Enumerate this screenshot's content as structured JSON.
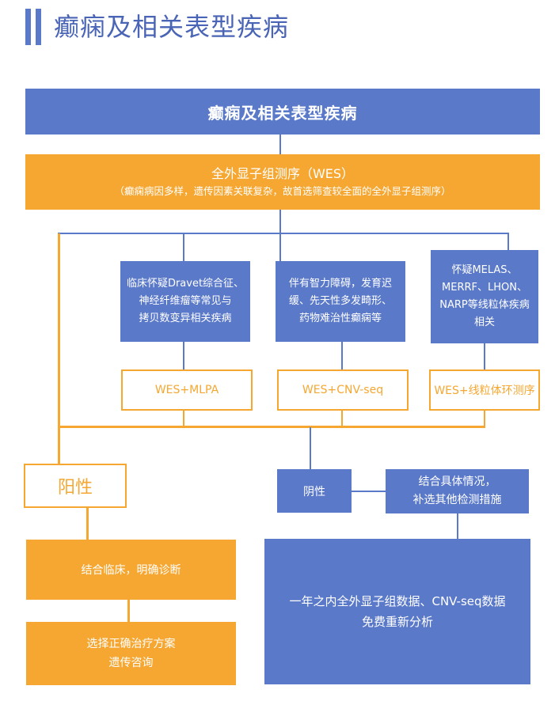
{
  "page": {
    "title": "癫痫及相关表型疾病"
  },
  "diagram": {
    "header": "癫痫及相关表型疾病",
    "wes": {
      "title": "全外显子组测序（WES）",
      "subtitle": "（癫痫病因多样，遗传因素关联复杂，故首选筛查较全面的全外显子组测序）"
    },
    "conditions": [
      {
        "lines": [
          "临床怀疑Dravet综合征、",
          "神经纤维瘤等常见与",
          "拷贝数变异相关疾病"
        ]
      },
      {
        "lines": [
          "伴有智力障碍，发育迟",
          "缓、先天性多发畸形、",
          "药物难治性癫痫等"
        ]
      },
      {
        "lines": [
          "怀疑MELAS、",
          "MERRF、LHON、",
          "NARP等线粒体疾病",
          "相关"
        ]
      }
    ],
    "tests": [
      "WES+MLPA",
      "WES+CNV-seq",
      "WES+线粒体环测序"
    ],
    "positive": "阳性",
    "negative": "阴性",
    "supplement": {
      "line1": "结合具体情况，",
      "line2": "补选其他检测措施"
    },
    "diagnose": "结合临床，明确诊断",
    "treatment": {
      "line1": "选择正确治疗方案",
      "line2": "遗传咨询"
    },
    "reanalysis": {
      "line1": "一年之内全外显子组数据、CNV-seq数据",
      "line2": "免费重新分析"
    },
    "colors": {
      "blue": "#5b79c9",
      "orange": "#f5a732",
      "title_text": "#4a64b6"
    }
  }
}
